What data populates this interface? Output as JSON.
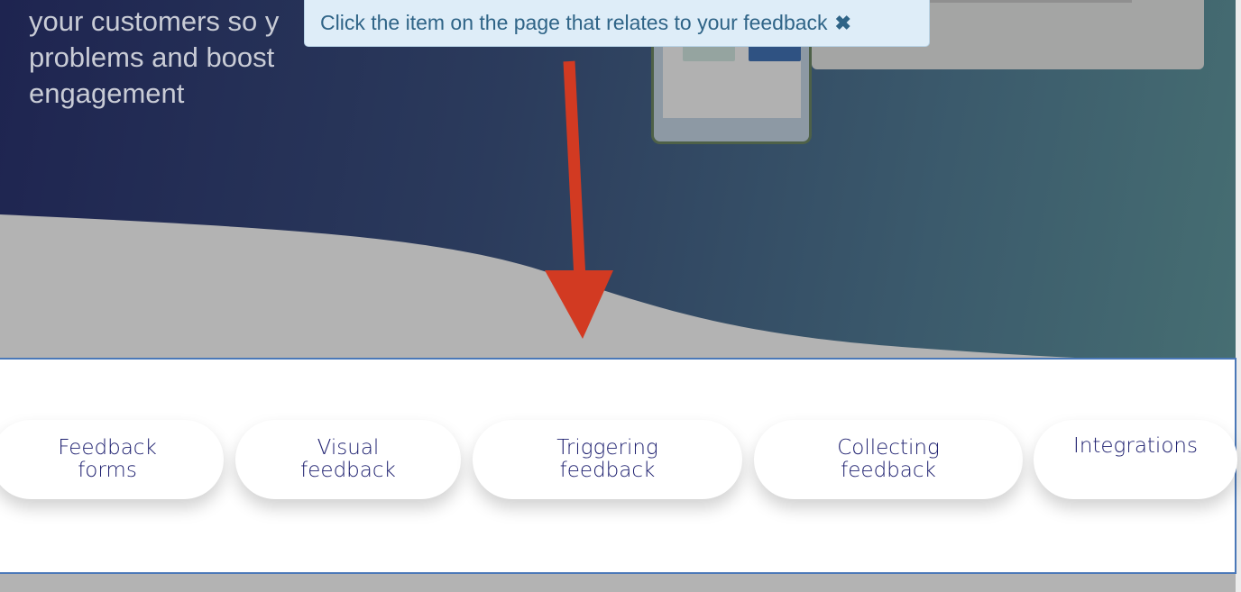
{
  "hero": {
    "text_line_1": "your customers so y",
    "text_line_2": "problems and boost engagement"
  },
  "tooltip": {
    "message": "Click the item on the page that relates to your feedback",
    "close_icon": "✖"
  },
  "colors": {
    "arrow": "#d23a22",
    "highlight_border": "#4a78b8",
    "pill_text": "#1f2170"
  },
  "tabs": [
    {
      "line1": "Feedback",
      "line2": "forms"
    },
    {
      "line1": "Visual",
      "line2": "feedback"
    },
    {
      "line1": "Triggering",
      "line2": "feedback"
    },
    {
      "line1": "Collecting",
      "line2": "feedback"
    },
    {
      "line1": "Integrations",
      "line2": ""
    }
  ]
}
